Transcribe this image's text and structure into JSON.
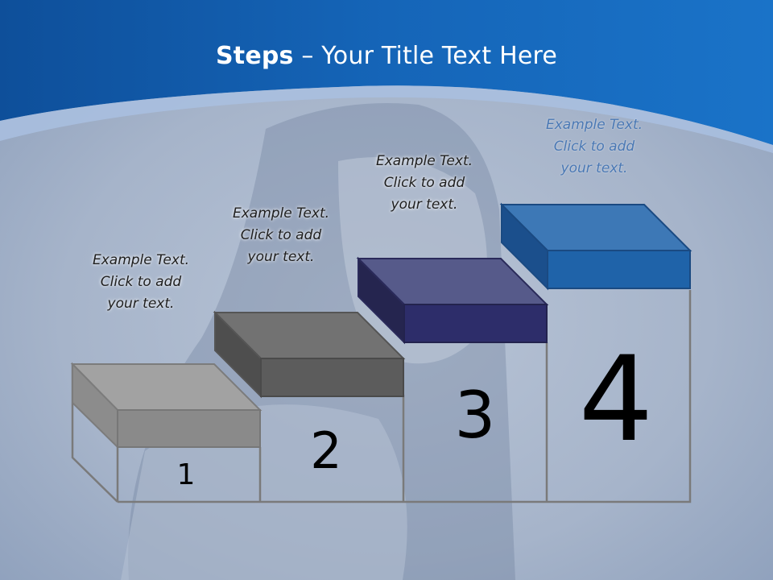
{
  "slide": {
    "title_bold": "Steps",
    "title_rest": " – Your Title Text Here"
  },
  "steps": [
    {
      "number": "1",
      "line1": "Example Text.",
      "line2": "Click  to add",
      "line3": "your text.",
      "color": "#8a8a8a"
    },
    {
      "number": "2",
      "line1": "Example Text.",
      "line2": "Click  to add",
      "line3": "your text.",
      "color": "#5c5c5c"
    },
    {
      "number": "3",
      "line1": "Example Text.",
      "line2": "Click  to add",
      "line3": "your text.",
      "color": "#2d2d6a"
    },
    {
      "number": "4",
      "line1": "Example Text.",
      "line2": "Click  to add",
      "line3": "your text.",
      "color": "#1f63a9"
    }
  ],
  "colors": {
    "header_blue": "#1565b8",
    "caption_accent": "#4a78b4"
  }
}
